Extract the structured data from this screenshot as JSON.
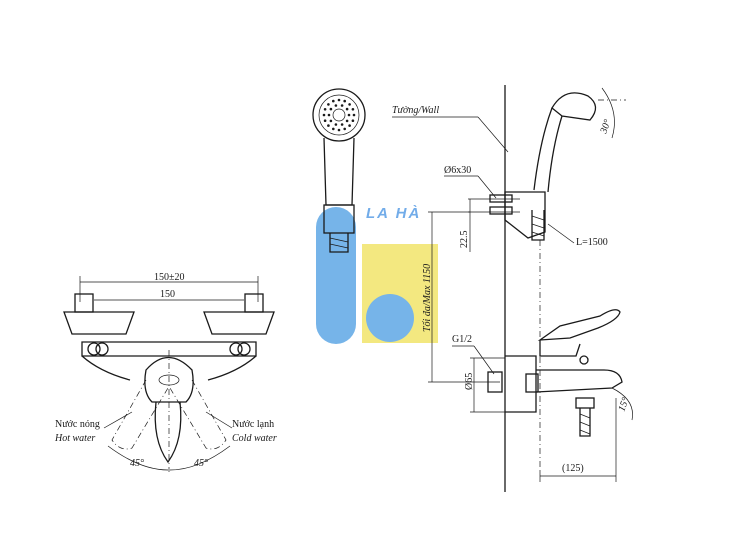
{
  "logo": {
    "brand_text": "LA HÀ",
    "colors": {
      "blue": "#5fa8e6",
      "yellow": "#f2e46a",
      "text": "#5a9ee6"
    }
  },
  "front_view": {
    "dim_outer": "150±20",
    "dim_inner": "150",
    "hot_label_vi": "Nước nóng",
    "hot_label_en": "Hot water",
    "cold_label_vi": "Nước lạnh",
    "cold_label_en": "Cold water",
    "angle_left": "45°",
    "angle_right": "45°"
  },
  "side_view": {
    "wall_label": "Tường/Wall",
    "bracket_dim": "Ø6x30",
    "dim_22_5": "22.5",
    "max_height": "Tối đa/Max 1150",
    "hose_length": "L=1500",
    "thread": "G1/2",
    "dim_65": "Ø65",
    "depth": "(125)",
    "angle_head": "30°",
    "angle_spout": "15°"
  }
}
